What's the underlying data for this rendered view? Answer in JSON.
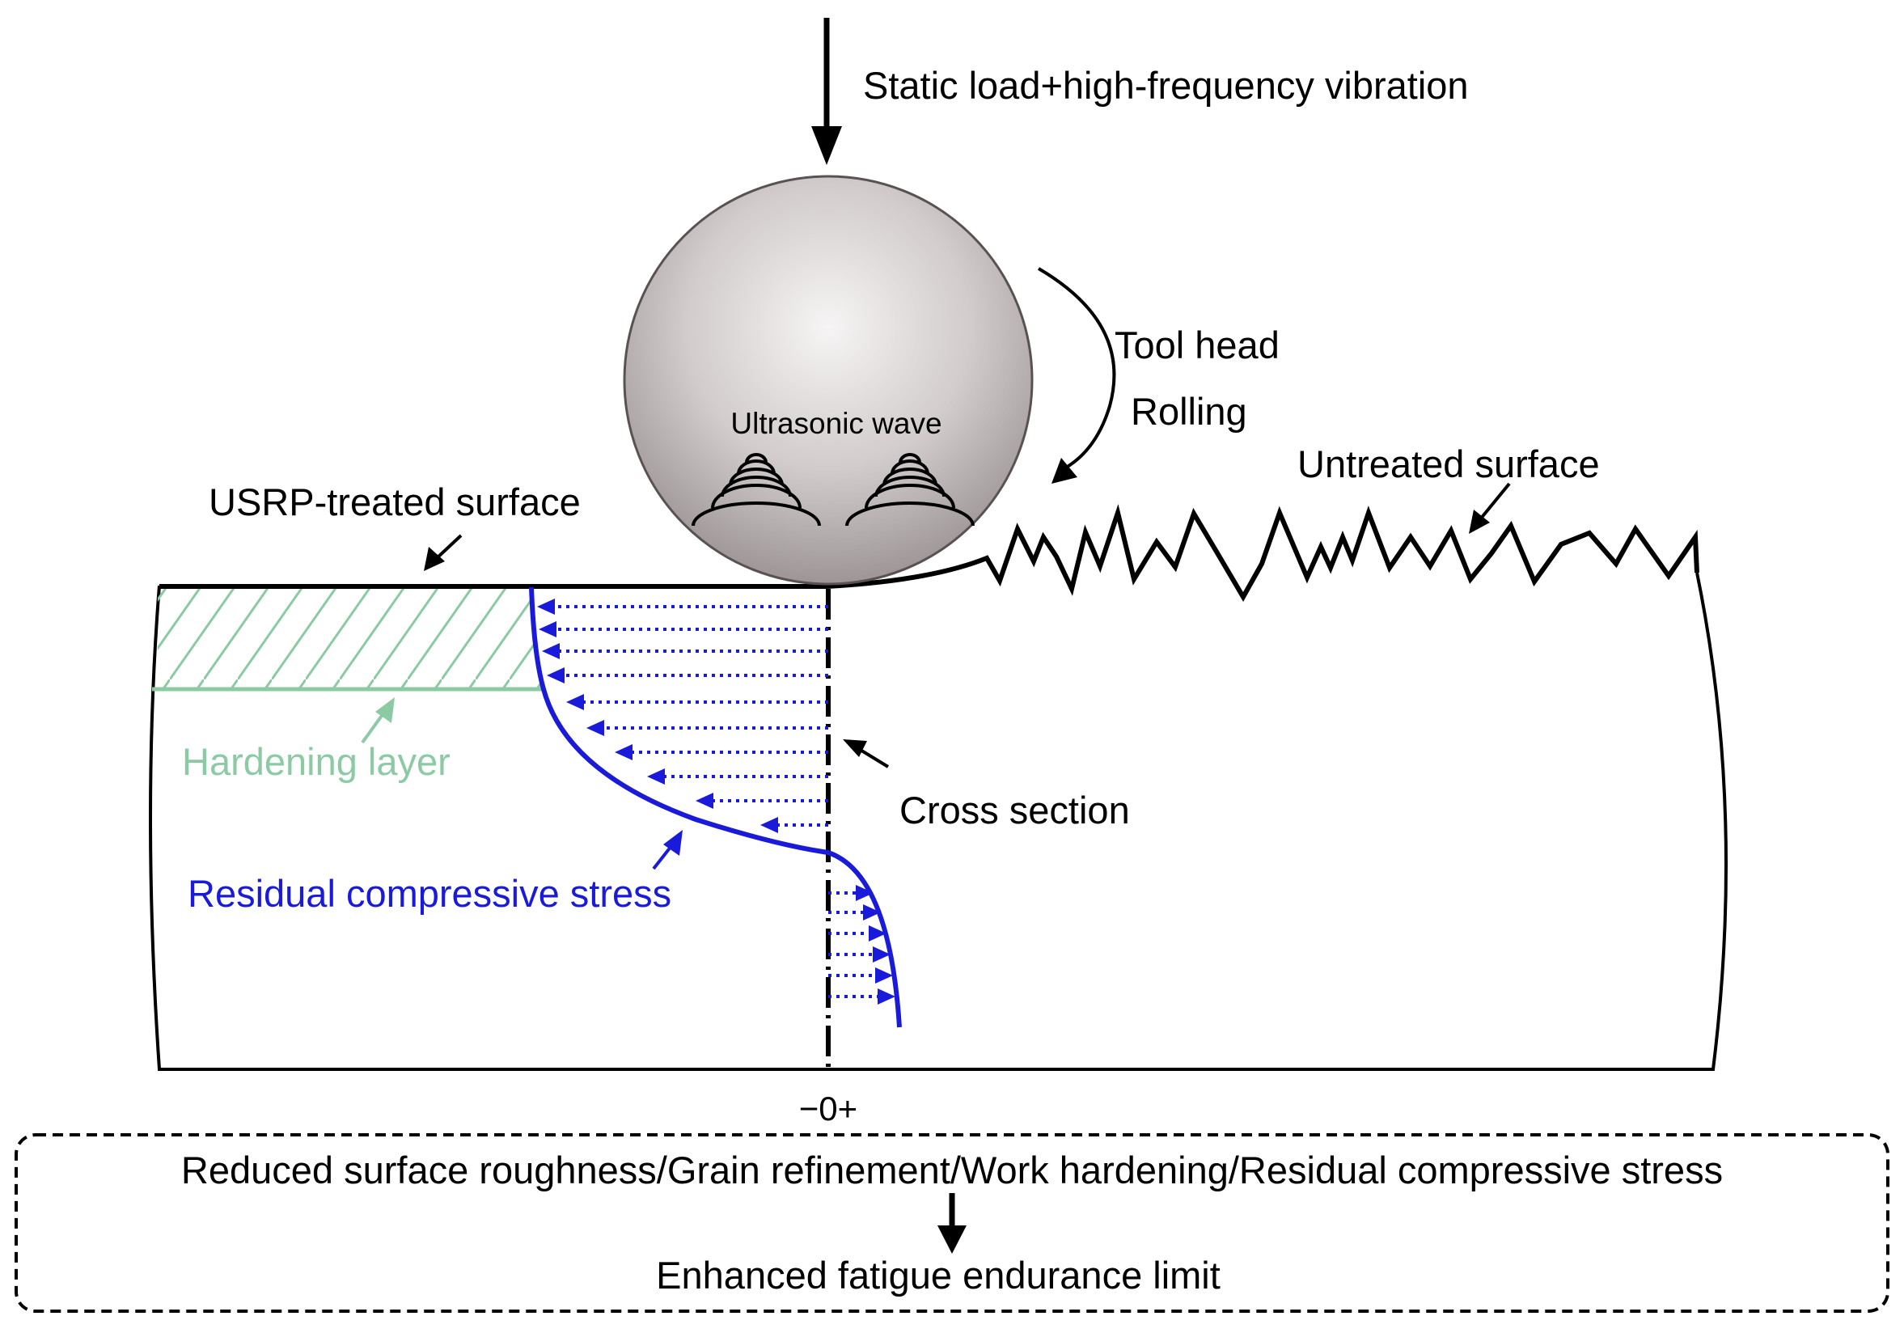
{
  "labels": {
    "load": "Static load+high-frequency vibration",
    "tool_head": "Tool head",
    "rolling": "Rolling",
    "ultrasonic_wave": "Ultrasonic wave",
    "untreated_surface": "Untreated surface",
    "treated_surface": "USRP-treated surface",
    "hardening_layer": "Hardening layer",
    "cross_section": "Cross section",
    "residual_stress": "Residual compressive stress",
    "axis_sign": "−0+"
  },
  "summary": {
    "effects": "Reduced surface roughness/Grain refinement/Work hardening/Residual compressive stress",
    "result": "Enhanced fatigue endurance limit"
  },
  "colors": {
    "ink": "#000000",
    "hardening": "#8ccaa4",
    "stress": "#1a1adb",
    "ball_light": "#f4f2f2",
    "ball_dark": "#9e9696"
  }
}
